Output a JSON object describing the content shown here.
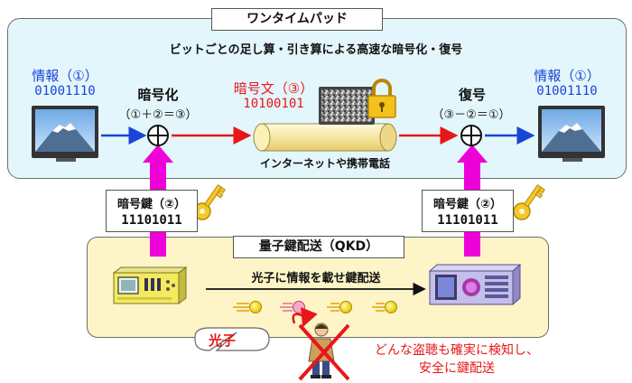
{
  "otp": {
    "title": "ワンタイムパッド",
    "subtitle": "ビットごとの足し算・引き算による高速な暗号化・復号",
    "left_info_label": "情報（①）",
    "left_info_bits": "01001110",
    "encrypt_label": "暗号化",
    "encrypt_formula": "（①＋②＝③）",
    "cipher_label": "暗号文（③）",
    "cipher_bits": "10100101",
    "channel_label": "インターネットや携帯電話",
    "decrypt_label": "復号",
    "decrypt_formula": "（③－②＝①）",
    "right_info_label": "情報（①）",
    "right_info_bits": "01001110"
  },
  "keys": {
    "left_label": "暗号鍵（②）",
    "left_bits": "11101011",
    "right_label": "暗号鍵（②）",
    "right_bits": "11101011"
  },
  "qkd": {
    "title": "量子鍵配送（QKD）",
    "transport_label": "光子に情報を載せ鍵配送",
    "photon_label": "光子",
    "security_line1": "どんな盗聴も確実に検知し、",
    "security_line2": "安全に鍵配送"
  },
  "colors": {
    "info_blue": "#1a44d6",
    "cipher_red": "#e8161a",
    "key_arrow_magenta": "#ee00d8",
    "otp_panel_bg": "#e3f6fb",
    "qkd_panel_bg": "#fdf5c8"
  }
}
